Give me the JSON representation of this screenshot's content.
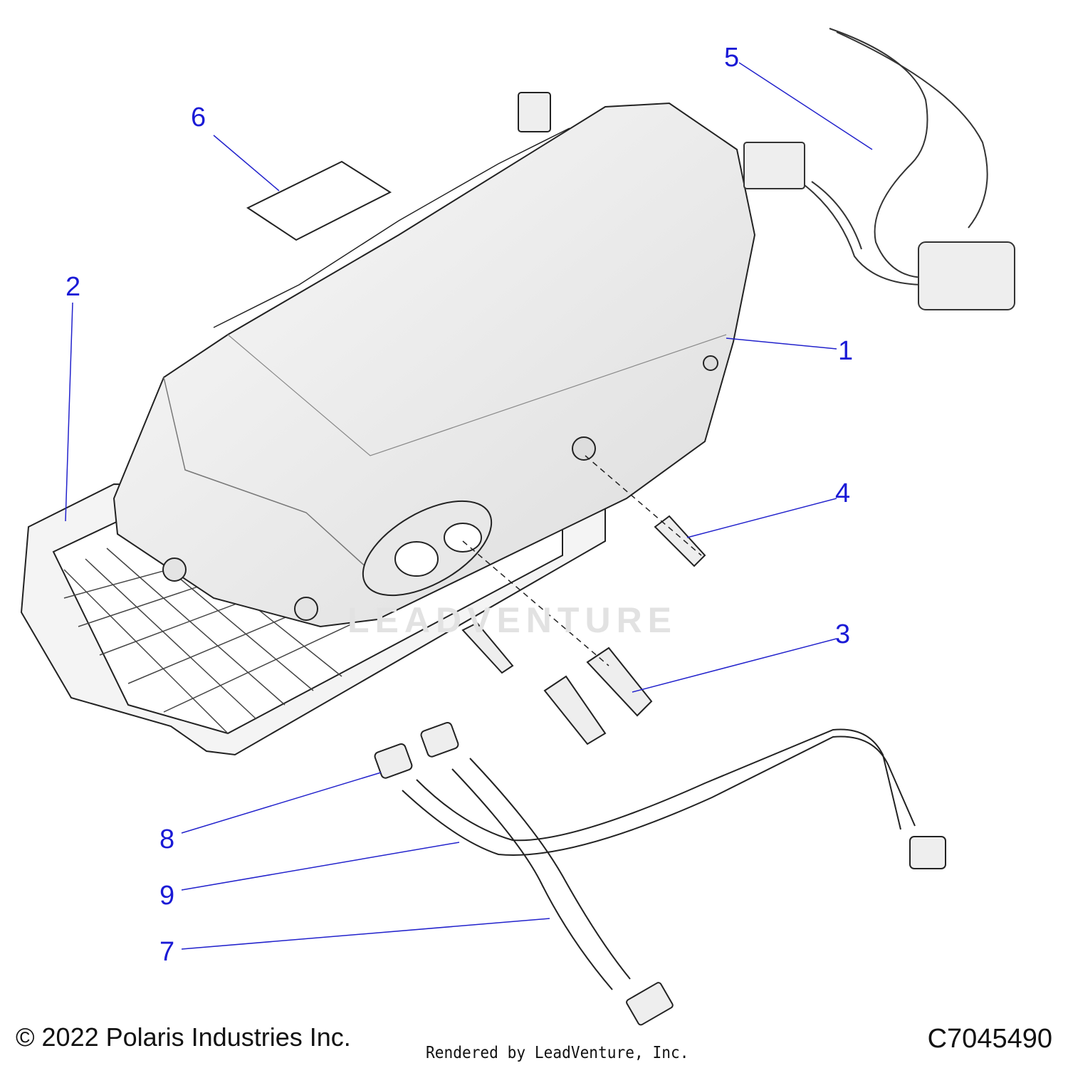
{
  "callouts": [
    {
      "id": "1",
      "label": "1"
    },
    {
      "id": "2",
      "label": "2"
    },
    {
      "id": "3",
      "label": "3"
    },
    {
      "id": "4",
      "label": "4"
    },
    {
      "id": "5",
      "label": "5"
    },
    {
      "id": "6",
      "label": "6"
    },
    {
      "id": "7",
      "label": "7"
    },
    {
      "id": "8",
      "label": "8"
    },
    {
      "id": "9",
      "label": "9"
    }
  ],
  "footer": {
    "copyright": "© 2022 Polaris Industries Inc.",
    "rendered_by": "Rendered by LeadVenture, Inc.",
    "diagram_code": "C7045490"
  },
  "watermark": "LEADVENTURE",
  "colors": {
    "callout": "#1a1ad6",
    "line": "#2222cc",
    "outline": "#222222",
    "part_fill": "#f2f2f2"
  }
}
